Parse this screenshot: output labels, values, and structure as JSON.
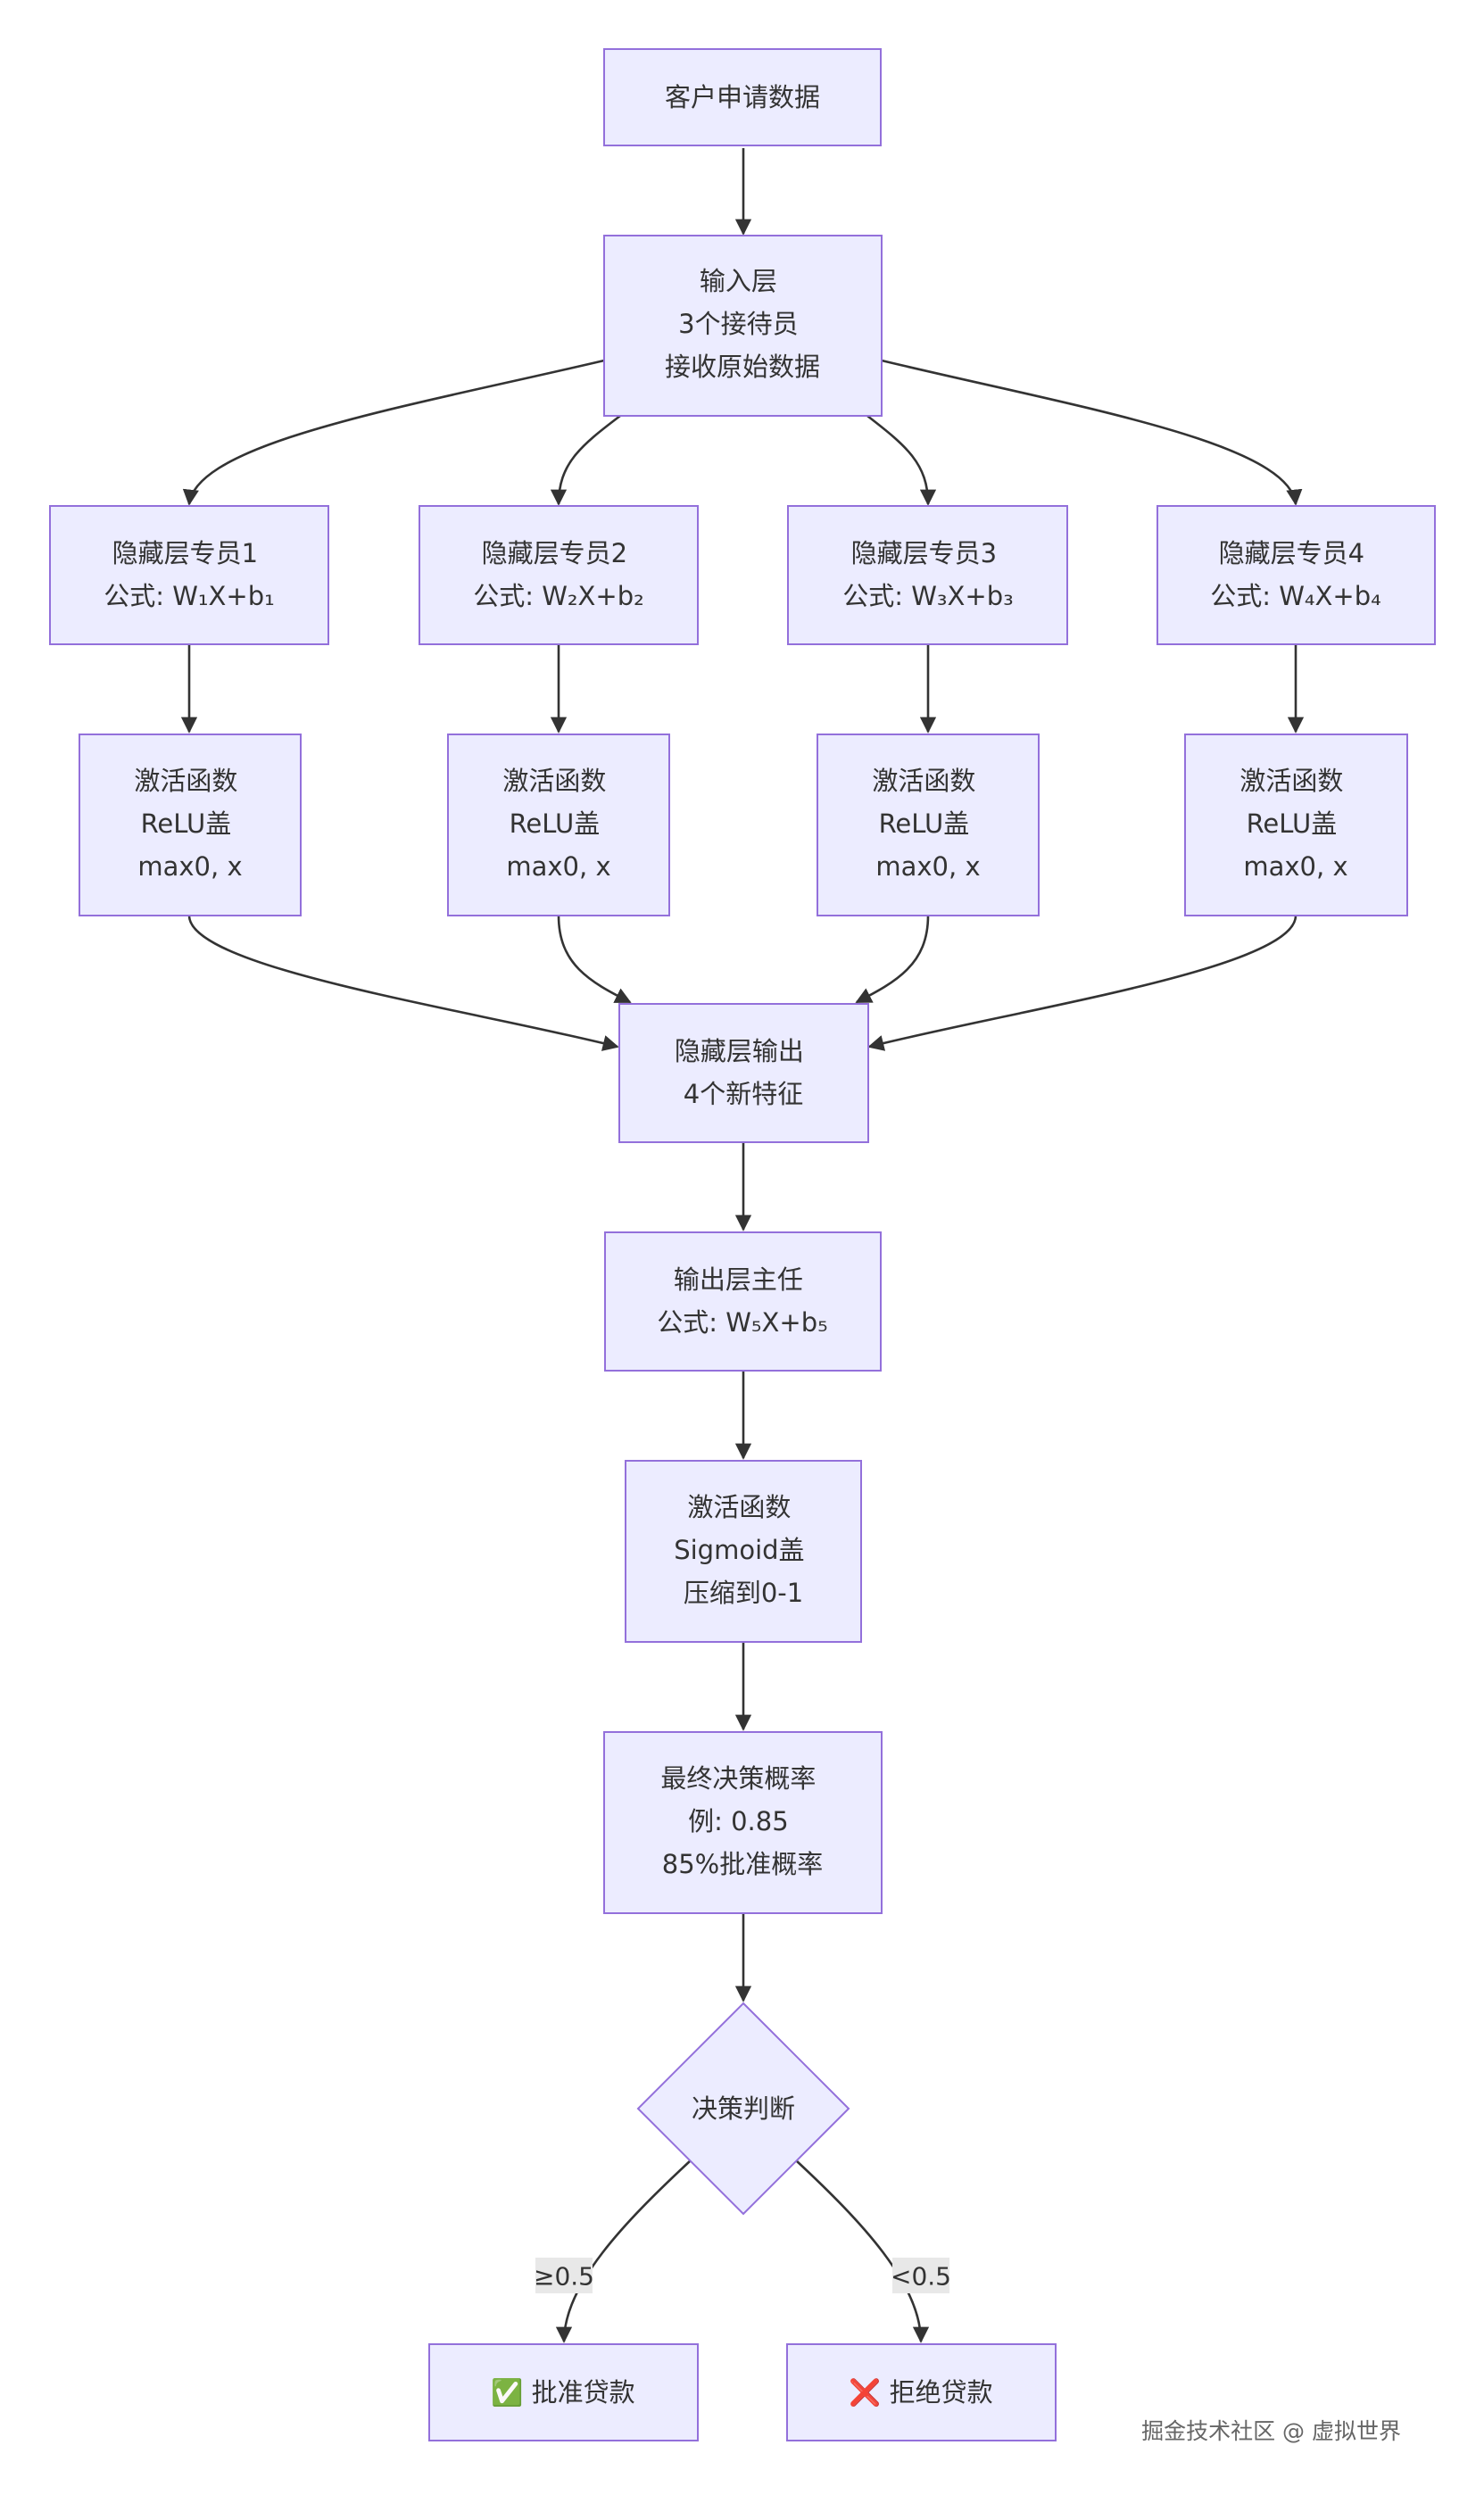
{
  "nodes": {
    "input": "客户申请数据",
    "input_layer": [
      "输入层",
      "3个接待员",
      "接收原始数据"
    ],
    "hidden1": [
      "隐藏层专员1",
      "公式: W₁X+b₁"
    ],
    "hidden2": [
      "隐藏层专员2",
      "公式: W₂X+b₂"
    ],
    "hidden3": [
      "隐藏层专员3",
      "公式: W₃X+b₃"
    ],
    "hidden4": [
      "隐藏层专员4",
      "公式: W₄X+b₄"
    ],
    "relu1": [
      "激活函数",
      "ReLU盖",
      "max0, x"
    ],
    "relu2": [
      "激活函数",
      "ReLU盖",
      "max0, x"
    ],
    "relu3": [
      "激活函数",
      "ReLU盖",
      "max0, x"
    ],
    "relu4": [
      "激活函数",
      "ReLU盖",
      "max0, x"
    ],
    "hidden_out": [
      "隐藏层输出",
      "4个新特征"
    ],
    "output_layer": [
      "输出层主任",
      "公式: W₅X+b₅"
    ],
    "sigmoid": [
      "激活函数",
      "Sigmoid盖",
      "压缩到0-1"
    ],
    "final_prob": [
      "最终决策概率",
      "例: 0.85",
      "85%批准概率"
    ],
    "decision": "决策判断",
    "approve": "✅ 批准贷款",
    "reject": "❌ 拒绝贷款"
  },
  "edge_labels": {
    "approve": "≥0.5",
    "reject": "<0.5"
  },
  "watermark": "掘金技术社区 @ 虚拟世界",
  "colors": {
    "node_fill": "#ECECFF",
    "node_stroke": "#9370DB",
    "edge": "#333333",
    "text": "#333333"
  }
}
